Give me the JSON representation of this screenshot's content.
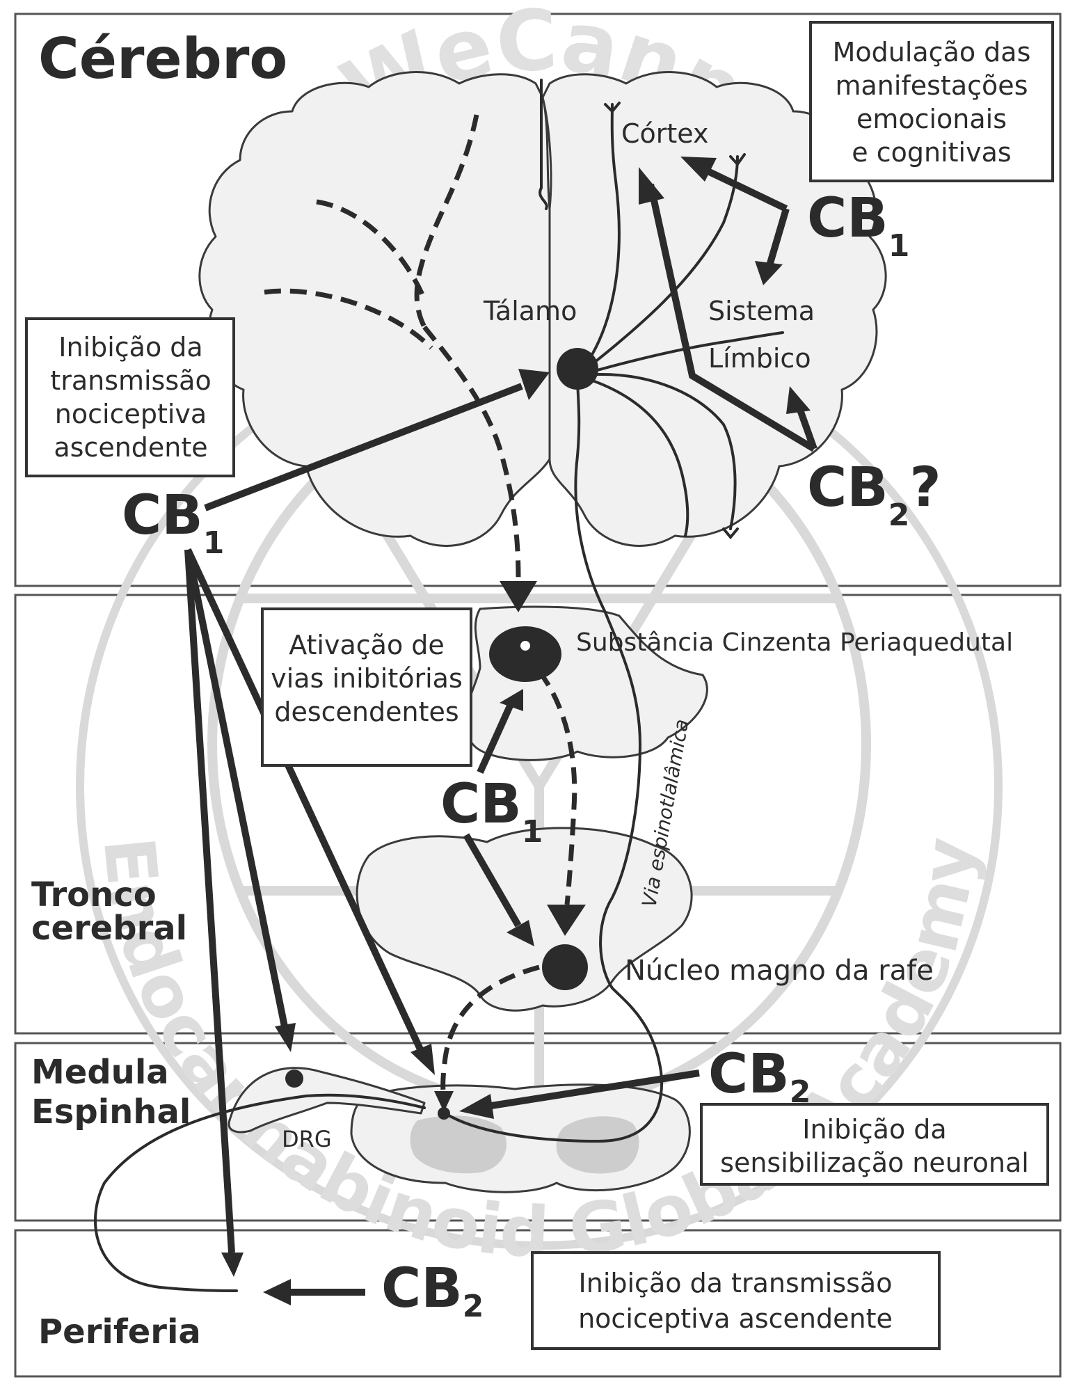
{
  "regions": {
    "cerebro": "Cérebro",
    "tronco_line1": "Tronco",
    "tronco_line2": "cerebral",
    "medula_line1": "Medula",
    "medula_line2": "Espinhal",
    "periferia": "Periferia"
  },
  "structures": {
    "cortex": "Córtex",
    "talamo": "Tálamo",
    "sistema_limbico_line1": "Sistema",
    "sistema_limbico_line2": "Límbico",
    "substancia_cinzenta": "Substância Cinzenta Periaquedutal",
    "nucleo_magno": "Núcleo magno da rafe",
    "drg": "DRG",
    "via_espinotalamica": "Via espinotlalâmica"
  },
  "boxes": {
    "modulacao": [
      "Modulação das",
      "manifestações",
      "emocionais",
      "e cognitivas"
    ],
    "inibicao_transmissao_cerebro": [
      "Inibição da",
      "transmissão",
      "nociceptiva",
      "ascendente"
    ],
    "ativacao_vias": [
      "Ativação de",
      "vias inibitórias",
      "descendentes"
    ],
    "inibicao_sensibilizacao": [
      "Inibição da",
      "sensibilização neuronal"
    ],
    "inibicao_transmissao_periferia": [
      "Inibição da transmissão",
      "nociceptiva ascendente"
    ]
  },
  "receptors": {
    "cb1_cortex": {
      "base": "CB",
      "sub": "1",
      "suffix": ""
    },
    "cb2_limbico": {
      "base": "CB",
      "sub": "2",
      "suffix": "?"
    },
    "cb1_main": {
      "base": "CB",
      "sub": "1",
      "suffix": ""
    },
    "cb1_tronco": {
      "base": "CB",
      "sub": "1",
      "suffix": ""
    },
    "cb2_medula": {
      "base": "CB",
      "sub": "2",
      "suffix": ""
    },
    "cb2_periferia": {
      "base": "CB",
      "sub": "2",
      "suffix": ""
    }
  },
  "watermark": {
    "top": "WeCann",
    "bottom": "Endocannabinoid Global Academy"
  },
  "colors": {
    "ink": "#2b2b2b",
    "organ_fill": "#f1f1f1",
    "watermark": "#cfcfcf",
    "grey_matter": "#cdcdcd"
  }
}
